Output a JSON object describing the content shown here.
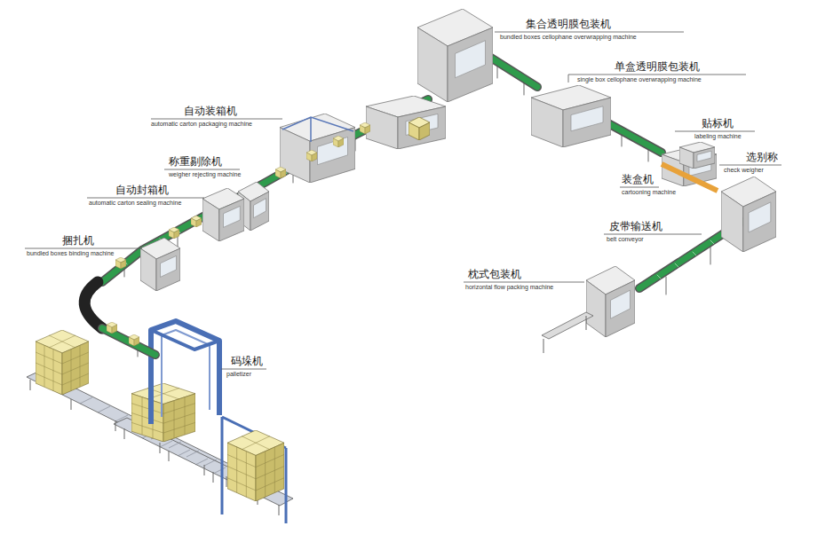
{
  "diagram": {
    "labels": [
      "集合透明膜包装机",
      "bundled boxes cellophane overwrapping machine",
      "单盒透明膜包装机",
      "single box cellophane overwrapping machine",
      "贴标机",
      "labeling machine",
      "选别称",
      "check weigher",
      "装盒机",
      "cartooning machine",
      "皮带输送机",
      "belt conveyor",
      "枕式包装机",
      "horizontal flow packing machine",
      "自动装箱机",
      "automatic carton packaging machine",
      "称重剔除机",
      "weigher rejecting machine",
      "自动封箱机",
      "automatic carton sealing machine",
      "捆扎机",
      "bundled boxes binding machine",
      "码垛机",
      "palletizer"
    ]
  }
}
